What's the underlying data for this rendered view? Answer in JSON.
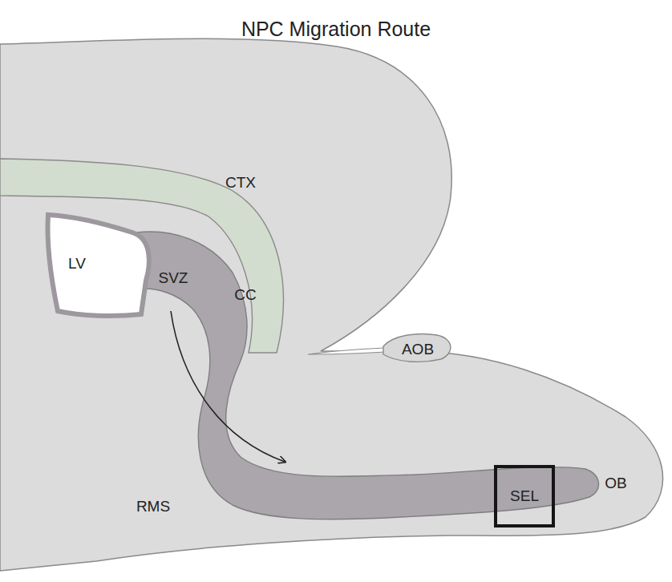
{
  "diagram": {
    "title": "NPC Migration Route",
    "nodes": [
      {
        "text": [
          "SEL"
        ]
      }
    ],
    "edges": [],
    "labels": [
      "CTX",
      "LV",
      "SVZ",
      "CC",
      "AOB",
      "RMS",
      "OB"
    ]
  }
}
